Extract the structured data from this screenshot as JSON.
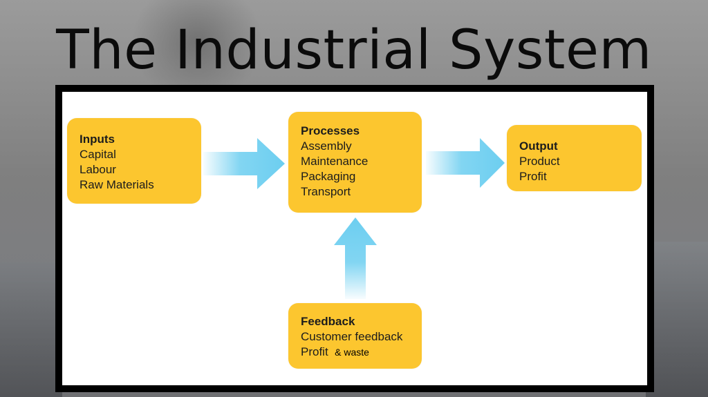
{
  "title": "The Industrial System",
  "colors": {
    "box_fill": "#fcc62f",
    "arrow": "#6ccef0",
    "frame": "#000000"
  },
  "inputs": {
    "heading": "Inputs",
    "items": [
      "Capital",
      "Labour",
      "Raw Materials"
    ]
  },
  "processes": {
    "heading": "Processes",
    "items": [
      "Assembly",
      "Maintenance",
      "Packaging",
      "Transport"
    ]
  },
  "output": {
    "heading": "Output",
    "items": [
      "Product",
      "Profit"
    ]
  },
  "feedback": {
    "heading": "Feedback",
    "items": [
      "Customer feedback",
      "Profit"
    ],
    "annotation": "& waste"
  }
}
